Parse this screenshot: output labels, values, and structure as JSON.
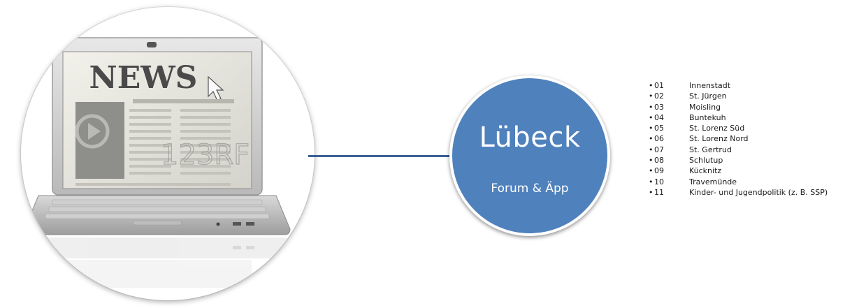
{
  "hub": {
    "title": "Lübeck",
    "subtitle": "Forum & Äpp"
  },
  "illustration": {
    "screen_heading": "NEWS",
    "watermark": "123RF"
  },
  "districts": [
    {
      "num": "01",
      "name": "Innenstadt"
    },
    {
      "num": "02",
      "name": "St. Jürgen"
    },
    {
      "num": "03",
      "name": "Moisling"
    },
    {
      "num": "04",
      "name": "Buntekuh"
    },
    {
      "num": "05",
      "name": "St. Lorenz Süd"
    },
    {
      "num": "06",
      "name": "St. Lorenz Nord"
    },
    {
      "num": "07",
      "name": "St. Gertrud"
    },
    {
      "num": "08",
      "name": "Schlutup"
    },
    {
      "num": "09",
      "name": "Kücknitz"
    },
    {
      "num": "10",
      "name": "Travemünde"
    },
    {
      "num": "11",
      "name": "Kinder- und Jugendpolitik (z. B. SSP)"
    }
  ],
  "colors": {
    "hub_fill": "#4f81bd",
    "connector": "#3a5f96"
  }
}
